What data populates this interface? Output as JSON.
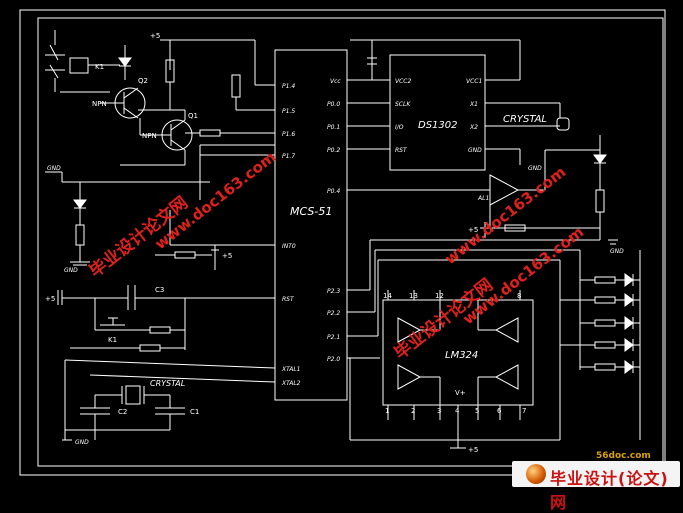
{
  "components": {
    "mcu": "MCS-51",
    "rtc": "DS1302",
    "opamp": "LM324",
    "crystal_top": "CRYSTAL",
    "crystal_bottom": "CRYSTAL",
    "relay": "K1",
    "switch": "K1",
    "q2": "Q2",
    "q1": "Q1",
    "npn1": "NPN",
    "npn2": "NPN",
    "c3": "C3",
    "c2": "C2",
    "c1": "C1",
    "comparator": "AL1"
  },
  "mcu_pins": {
    "vcc": "Vcc",
    "p14": "P1.4",
    "p15": "P1.5",
    "p16": "P1.6",
    "p17": "P1.7",
    "p00": "P0.0",
    "p01": "P0.1",
    "p02": "P0.2",
    "p04": "P0.4",
    "int0": "INT0",
    "rst": "RST",
    "p23": "P2.3",
    "p22": "P2.2",
    "p21": "P2.1",
    "p20": "P2.0",
    "xtal1": "XTAL1",
    "xtal2": "XTAL2"
  },
  "rtc_pins": {
    "vcc2": "VCC2",
    "vcc1": "VCC1",
    "sclk": "SCLK",
    "io": "I/O",
    "rst": "RST",
    "x1": "X1",
    "x2": "X2",
    "gnd": "GND"
  },
  "lm324_pins": [
    "14",
    "13",
    "12",
    "8",
    "1",
    "2",
    "3",
    "4",
    "5",
    "6",
    "7"
  ],
  "lm324_vplus": "V+",
  "net_labels": {
    "v5_top": "+5",
    "v5_int": "+5",
    "v5_left": "+5",
    "v5_comp": "+5",
    "v5_bottom": "+5",
    "gnd_left": "GND",
    "gnd_mid": "GND",
    "gnd_rtc": "GND",
    "gnd_right": "GND",
    "gnd_bottom": "GND"
  },
  "watermarks": {
    "cn": "毕业设计论文网",
    "url": "www.doc163.com"
  },
  "logo": {
    "brand": "毕业设计(论文)网",
    "site": "56doc.com"
  }
}
